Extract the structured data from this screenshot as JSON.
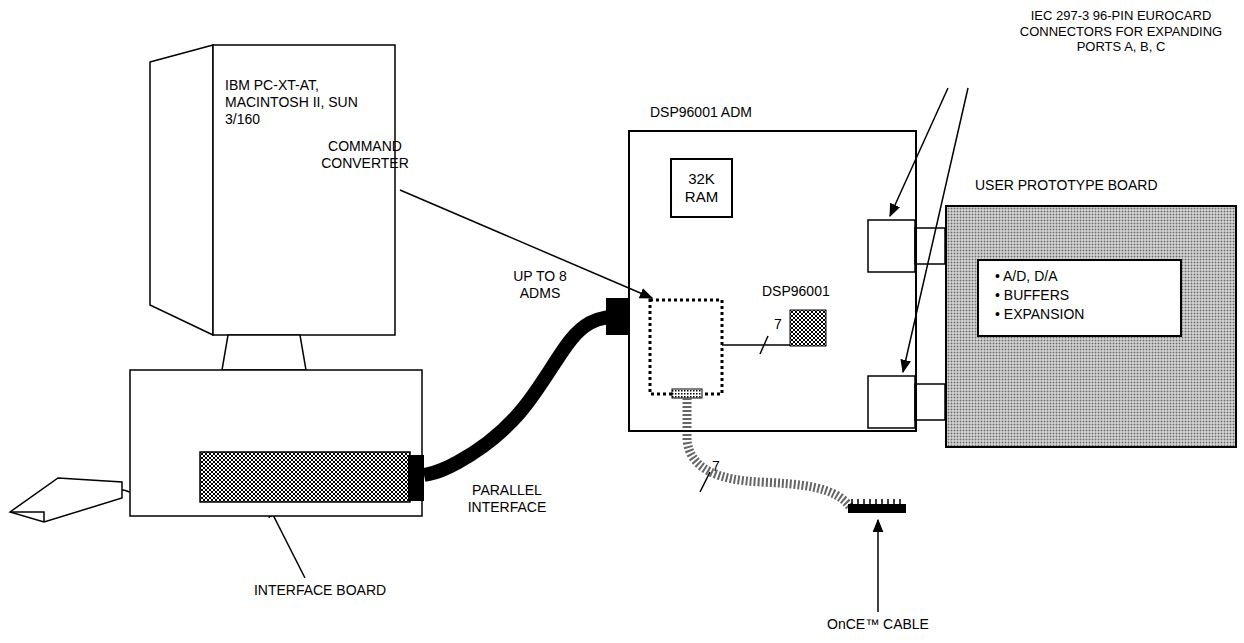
{
  "diagram": {
    "nodes": [
      {
        "text": [
          "IBM PC-XT-AT, MACINTOSH II, SUN 3/160"
        ]
      },
      {
        "text": [
          "DSP96001 ADM"
        ]
      },
      {
        "text": [
          "32K RAM"
        ],
        "in": 1
      },
      {
        "text": [
          "USER PROTOTYPE BOARD"
        ]
      },
      {
        "text": [
          "• A/D, D/A",
          "• BUFFERS",
          "• EXPANSION"
        ],
        "in": 3
      }
    ],
    "edges": [
      {
        "from": 0,
        "to": 1,
        "arrow": "none"
      }
    ],
    "labels": [
      "COMMAND CONVERTER",
      "IEC 297-3 96-PIN EUROCARD CONNECTORS FOR EXPANDING PORTS A, B, C",
      "UP TO 8 ADMS",
      "DSP96001",
      "7",
      "7",
      "PARALLEL INTERFACE",
      "INTERFACE BOARD",
      "OnCE™ CABLE"
    ]
  }
}
